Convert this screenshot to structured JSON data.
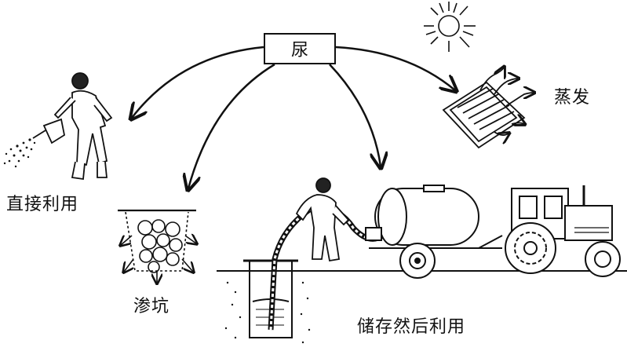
{
  "center_label": "尿",
  "labels": {
    "direct_use": "直接利用",
    "seepage_pit": "渗坑",
    "evaporation": "蒸发",
    "storage_use": "储存然后利用"
  },
  "colors": {
    "ink": "#111111",
    "background": "#ffffff"
  }
}
